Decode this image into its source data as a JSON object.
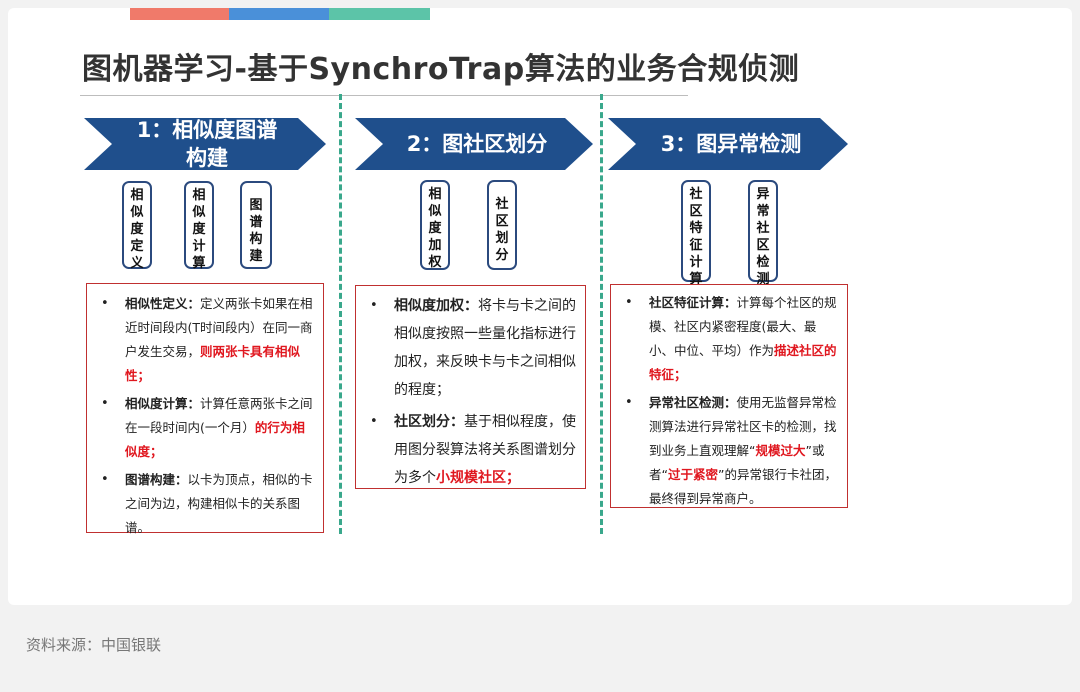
{
  "colors": {
    "bar1": "#f07a6a",
    "bar2": "#4a90d9",
    "bar3": "#5cc4a8",
    "chevron": "#1f4f8c",
    "accent_red": "#e0171f",
    "dash": "#3aa88c"
  },
  "title": "图机器学习-基于SynchroTrap算法的业务合规侦测",
  "steps": [
    {
      "label": "1：相似度图谱构建",
      "boxes": [
        "相似度定义",
        "相似度计算",
        "图谱构建"
      ]
    },
    {
      "label": "2：图社区划分",
      "boxes": [
        "相似度加权",
        "社区划分"
      ]
    },
    {
      "label": "3：图异常检测",
      "boxes": [
        "社区特征计算",
        "异常社区检测"
      ]
    }
  ],
  "panel1": {
    "i1": {
      "head": "相似性定义：",
      "body": "定义两张卡如果在相近时间段内(T时间段内）在同一商户发生交易，",
      "red": "则两张卡具有相似性；"
    },
    "i2": {
      "head": "相似度计算：",
      "body": "计算任意两张卡之间在一段时间内(一个月）",
      "red": "的行为相似度；"
    },
    "i3": {
      "head": "图谱构建：",
      "body": "以卡为顶点，相似的卡之间为边，构建相似卡的关系图谱。"
    }
  },
  "panel2": {
    "i1": {
      "head": "相似度加权：",
      "body": "将卡与卡之间的相似度按照一些量化指标进行加权，来反映卡与卡之间相似的程度；"
    },
    "i2": {
      "head": "社区划分：",
      "body": "基于相似程度，使用图分裂算法将关系图谱划分为多个",
      "red": "小规模社区；"
    }
  },
  "panel3": {
    "i1": {
      "head": "社区特征计算：",
      "body": "计算每个社区的规模、社区内紧密程度(最大、最小、中位、平均）作为",
      "red": "描述社区的特征；"
    },
    "i2": {
      "head": "异常社区检测：",
      "body": "使用无监督异常检测算法进行异常社区卡的检测，找到业务上直观理解“",
      "red1": "规模过大",
      "mid": "”或者“",
      "red2": "过于紧密",
      "tail": "”的异常银行卡社团，最终得到异常商户。"
    }
  },
  "source": "资料来源：中国银联"
}
